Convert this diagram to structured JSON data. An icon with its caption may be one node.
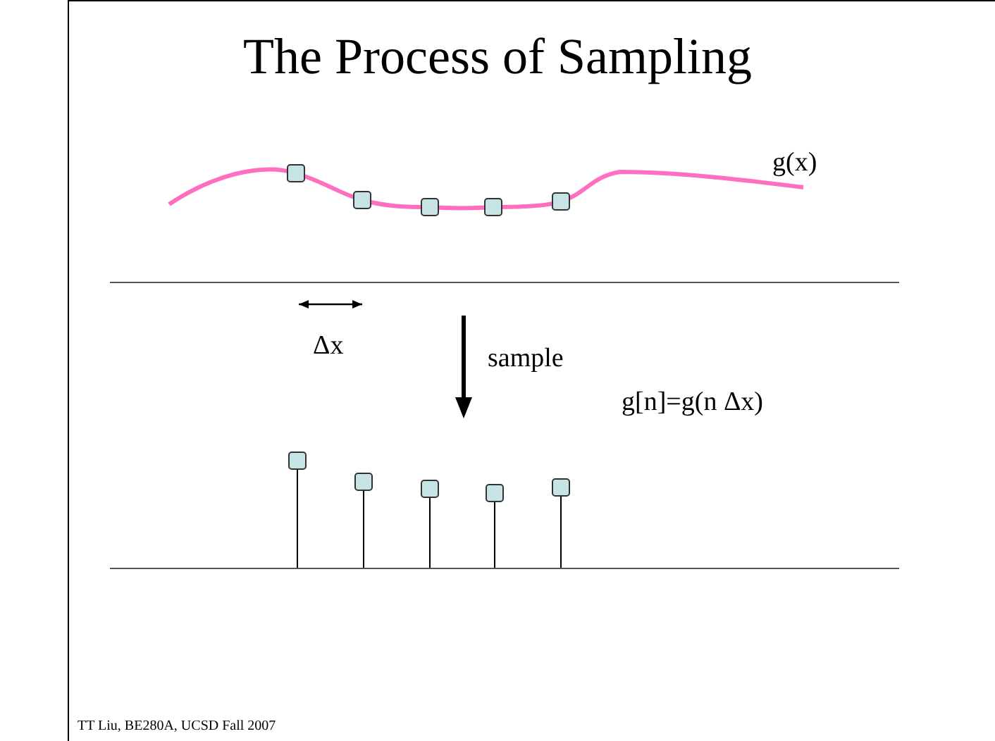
{
  "diagram": {
    "title": "The Process of Sampling",
    "labels": [
      "g(x)",
      "Δx",
      "sample",
      "g[n]=g(n Δx)",
      "TT Liu, BE280A, UCSD Fall 2007"
    ]
  }
}
